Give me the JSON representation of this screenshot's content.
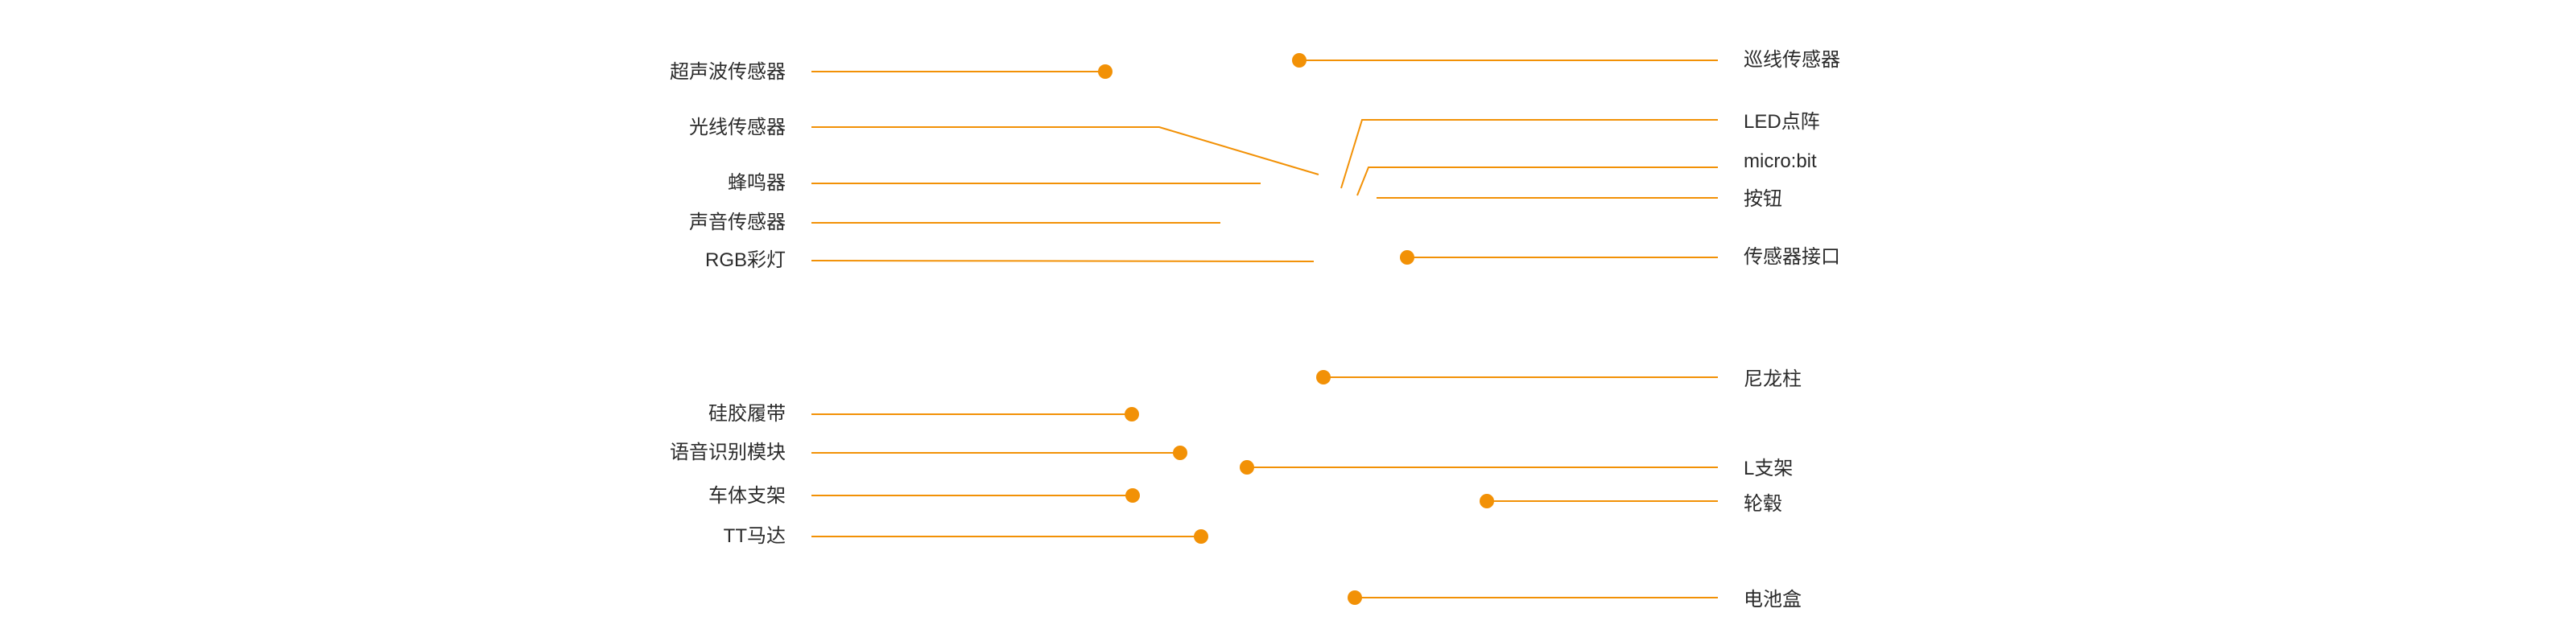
{
  "colors": {
    "accent": "#F29106",
    "text": "#2B2B2B"
  },
  "labels": {
    "ultrasonic_sensor": "超声波传感器",
    "light_sensor": "光线传感器",
    "buzzer": "蜂鸣器",
    "sound_sensor": "声音传感器",
    "rgb_light": "RGB彩灯",
    "silicone_track": "硅胶履带",
    "voice_recognition": "语音识别模块",
    "body_bracket": "车体支架",
    "tt_motor": "TT马达",
    "line_sensor": "巡线传感器",
    "led_matrix": "LED点阵",
    "microbit": "micro:bit",
    "button": "按钮",
    "sensor_port": "传感器接口",
    "nylon_pillar": "尼龙柱",
    "l_bracket": "L支架",
    "wheel_hub": "轮毂",
    "battery_box": "电池盒"
  }
}
